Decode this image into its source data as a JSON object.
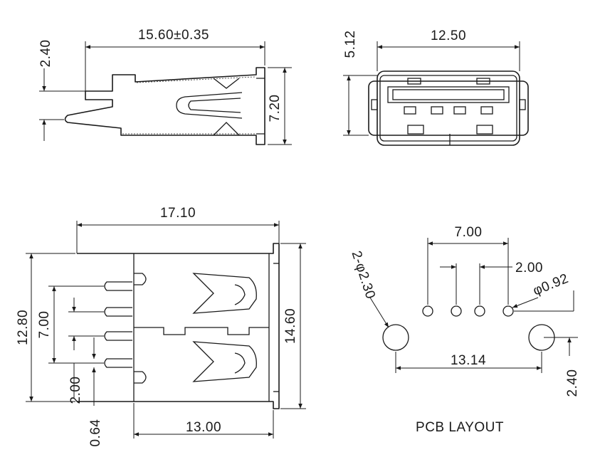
{
  "side_view": {
    "length": "15.60±0.35",
    "height": "7.20",
    "pin_offset": "2.40"
  },
  "front_view": {
    "width": "12.50",
    "height": "5.12"
  },
  "top_view": {
    "total_length": "17.10",
    "body_length": "13.00",
    "outer_width": "12.80",
    "shell_width": "14.60",
    "pin_span": "7.00",
    "pin_pitch": "2.00",
    "pin_width": "0.64"
  },
  "pcb_layout": {
    "caption": "PCB LAYOUT",
    "pin_span": "7.00",
    "pin_pitch": "2.00",
    "pin_hole": "φ0.92",
    "mount_hole": "2-φ2.30",
    "mount_spacing": "13.14",
    "mount_offset": "2.40"
  }
}
